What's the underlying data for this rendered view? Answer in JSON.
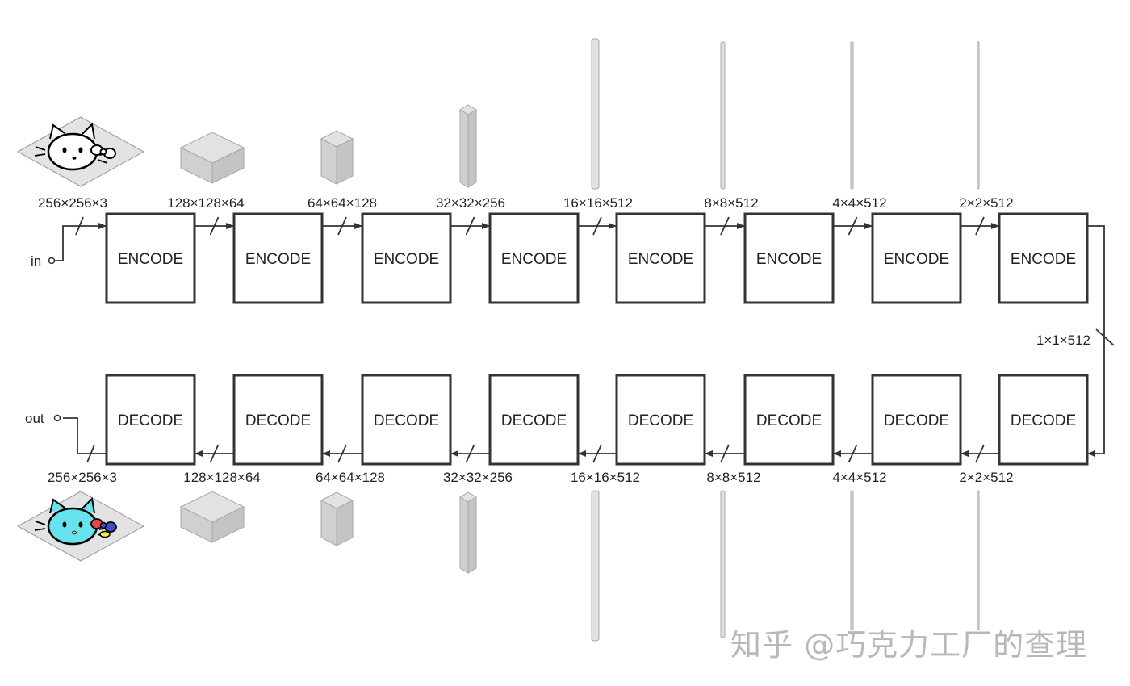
{
  "encoder": {
    "input_label": "in",
    "block_label": "ENCODE",
    "dims": [
      "256×256×3",
      "128×128×64",
      "64×64×128",
      "32×32×256",
      "16×16×512",
      "8×8×512",
      "4×4×512",
      "2×2×512"
    ]
  },
  "bottleneck": {
    "dim": "1×1×512"
  },
  "decoder": {
    "output_label": "out",
    "block_label": "DECODE",
    "dims": [
      "256×256×3",
      "128×128×64",
      "64×64×128",
      "32×32×256",
      "16×16×512",
      "8×8×512",
      "4×4×512",
      "2×2×512"
    ]
  },
  "images": {
    "input": "hello-kitty-line-drawing",
    "output": "hello-kitty-colored"
  },
  "colors": {
    "block_stroke": "#333333",
    "shape_fill": "#e2e2e2",
    "output_face": "#66e3ec",
    "bow_red": "#e84545",
    "bow_blue": "#3b4fd1",
    "bow_yellow": "#f3e64a"
  },
  "watermark": "知乎 @巧克力工厂的查理"
}
